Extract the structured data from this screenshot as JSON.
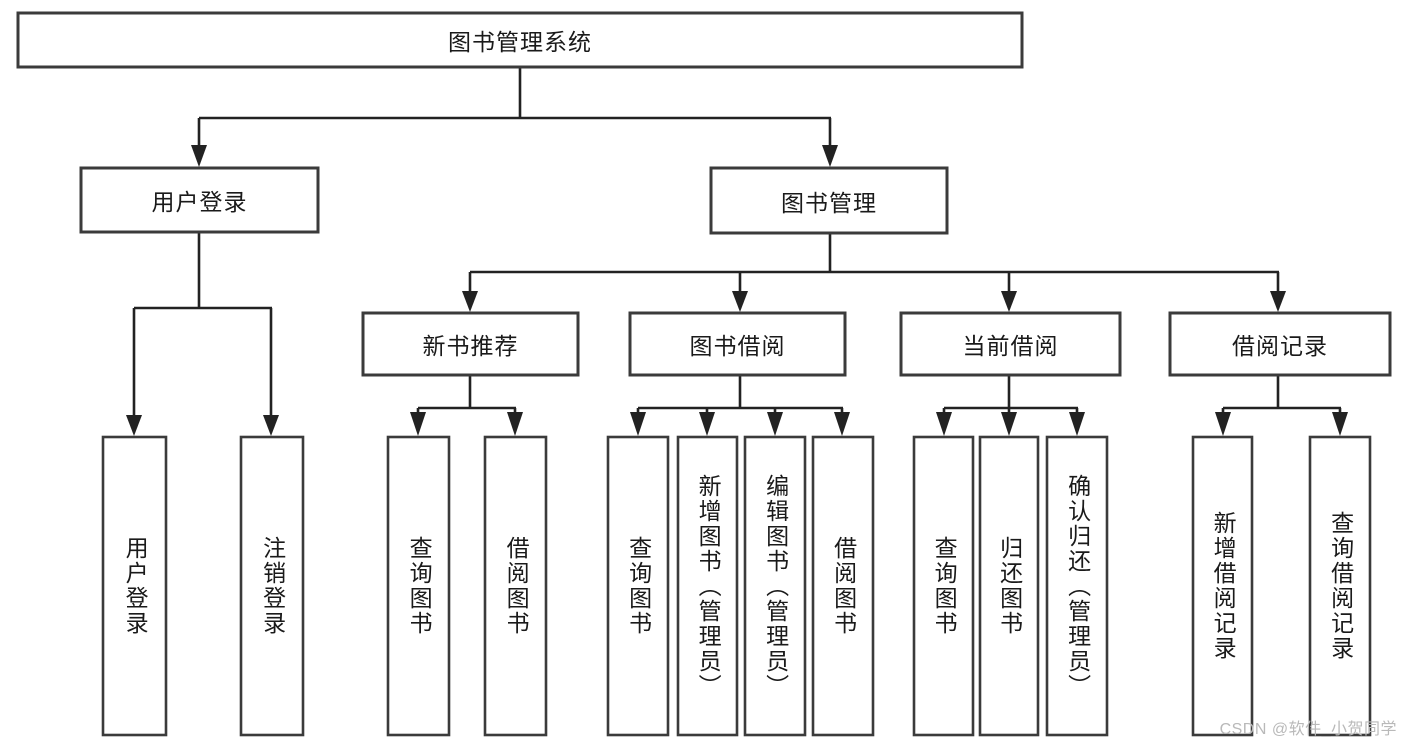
{
  "diagram": {
    "title": "图书管理系统",
    "type": "tree-hierarchy",
    "watermark": "CSDN @软件_小贺同学",
    "colors": {
      "box_stroke": "#3b3b3b",
      "connector": "#222222",
      "background": "#ffffff",
      "text": "#1a1a1a",
      "watermark": "#b9b9b9"
    },
    "root": {
      "label": "图书管理系统"
    },
    "level2": [
      {
        "label": "用户登录"
      },
      {
        "label": "图书管理"
      }
    ],
    "level3": [
      {
        "label": "新书推荐"
      },
      {
        "label": "图书借阅"
      },
      {
        "label": "当前借阅"
      },
      {
        "label": "借阅记录"
      }
    ],
    "leaves": {
      "user_login": [
        {
          "label": "用户登录"
        },
        {
          "label": "注销登录"
        }
      ],
      "new_book_recommend": [
        {
          "label": "查询图书"
        },
        {
          "label": "借阅图书"
        }
      ],
      "book_borrow": [
        {
          "label": "查询图书"
        },
        {
          "label": "新增图书（管理员）"
        },
        {
          "label": "编辑图书（管理员）"
        },
        {
          "label": "借阅图书"
        }
      ],
      "current_borrow": [
        {
          "label": "查询图书"
        },
        {
          "label": "归还图书"
        },
        {
          "label": "确认归还（管理员）"
        }
      ],
      "borrow_record": [
        {
          "label": "新增借阅记录"
        },
        {
          "label": "查询借阅记录"
        }
      ]
    }
  }
}
